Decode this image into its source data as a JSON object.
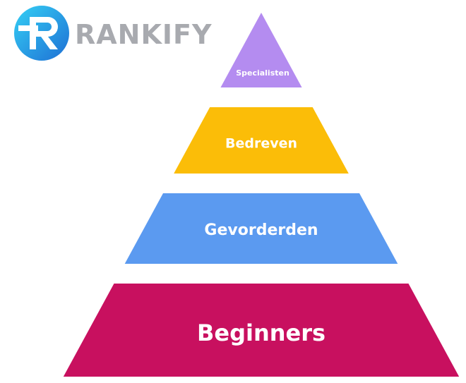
{
  "logo": {
    "wordmark": "RANKIFY",
    "colors": {
      "circle_light": "#2ec4f1",
      "circle_dark": "#1e7fd8",
      "text": "#a8aaaf"
    }
  },
  "pyramid": {
    "tiers": [
      {
        "label": "Specialisten",
        "color": "#b48cf0"
      },
      {
        "label": "Bedreven",
        "color": "#fbbd08"
      },
      {
        "label": "Gevorderden",
        "color": "#5b9af0"
      },
      {
        "label": "Beginners",
        "color": "#c8105f"
      }
    ]
  }
}
